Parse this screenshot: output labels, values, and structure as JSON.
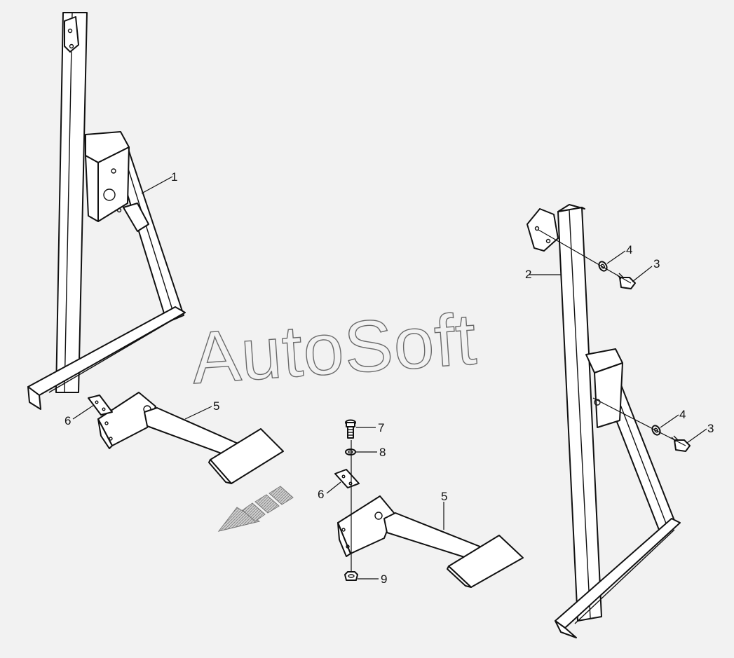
{
  "watermark": "AutoSoft",
  "callouts": {
    "c1": "1",
    "c2": "2",
    "c3a": "3",
    "c3b": "3",
    "c4a": "4",
    "c4b": "4",
    "c5a": "5",
    "c5b": "5",
    "c6a": "6",
    "c6b": "6",
    "c7": "7",
    "c8": "8",
    "c9": "9"
  },
  "colors": {
    "background": "#f2f2f2",
    "line": "#111111",
    "watermark": "#6a6a6a",
    "arrow_hatch": "#9a9a9a"
  },
  "icons": {
    "direction": "direction-arrow-icon"
  }
}
